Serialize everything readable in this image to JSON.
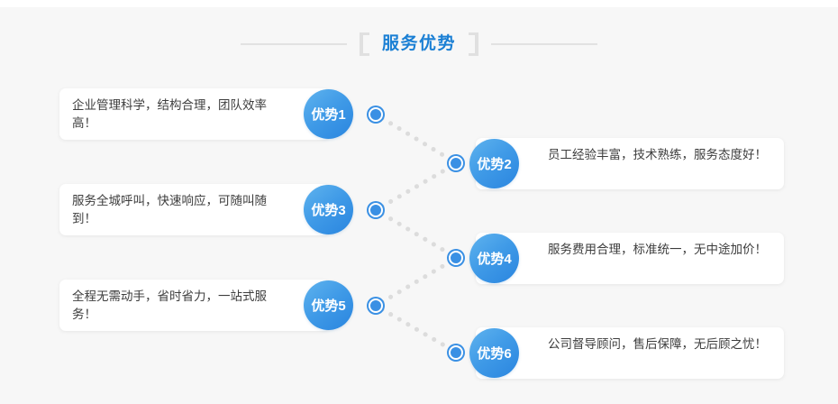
{
  "page": {
    "background_color": "#f7f7f7",
    "accent_color": "#2a85df",
    "title_color": "#1a7fd4"
  },
  "header": {
    "title": "服务优势",
    "bracket_left": "[",
    "bracket_right": "]"
  },
  "items": [
    {
      "badge": "优势1",
      "text": "企业管理科学，结构合理，团队效率高！",
      "side": "left"
    },
    {
      "badge": "优势2",
      "text": "员工经验丰富，技术熟练，服务态度好！",
      "side": "right"
    },
    {
      "badge": "优势3",
      "text": "服务全城呼叫，快速响应，可随叫随到！",
      "side": "left"
    },
    {
      "badge": "优势4",
      "text": "服务费用合理，标准统一，无中途加价！",
      "side": "right"
    },
    {
      "badge": "优势5",
      "text": "全程无需动手，省时省力，一站式服务！",
      "side": "left"
    },
    {
      "badge": "优势6",
      "text": "公司督导顾问，售后保障，无后顾之忧！",
      "side": "right"
    }
  ],
  "markers": {
    "left_label": "node-marker-left",
    "right_label": "node-marker-right",
    "dot_color": "#3a90e4",
    "connector_dot_color": "#dcdcdc"
  }
}
